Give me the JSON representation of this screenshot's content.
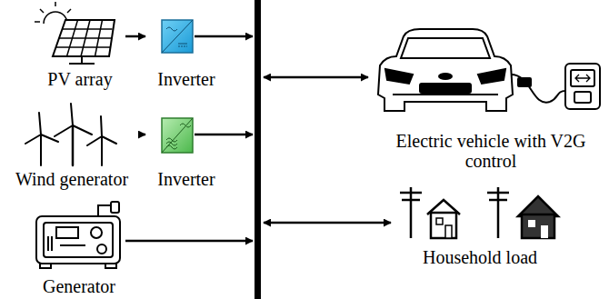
{
  "diagram": {
    "nodes": [
      {
        "text": [
          "PV array"
        ]
      },
      {
        "text": [
          "Inverter"
        ]
      },
      {
        "text": [
          "Wind generator"
        ]
      },
      {
        "text": [
          "Inverter"
        ]
      },
      {
        "text": [
          "Generator"
        ]
      },
      {
        "text": [
          "Electric vehicle with V2G control"
        ]
      },
      {
        "text": [
          "Household load"
        ]
      }
    ],
    "edges": [
      {
        "from": 0,
        "to": 1,
        "arrow": "to"
      },
      {
        "from": 2,
        "to": 3,
        "arrow": "to"
      }
    ]
  }
}
